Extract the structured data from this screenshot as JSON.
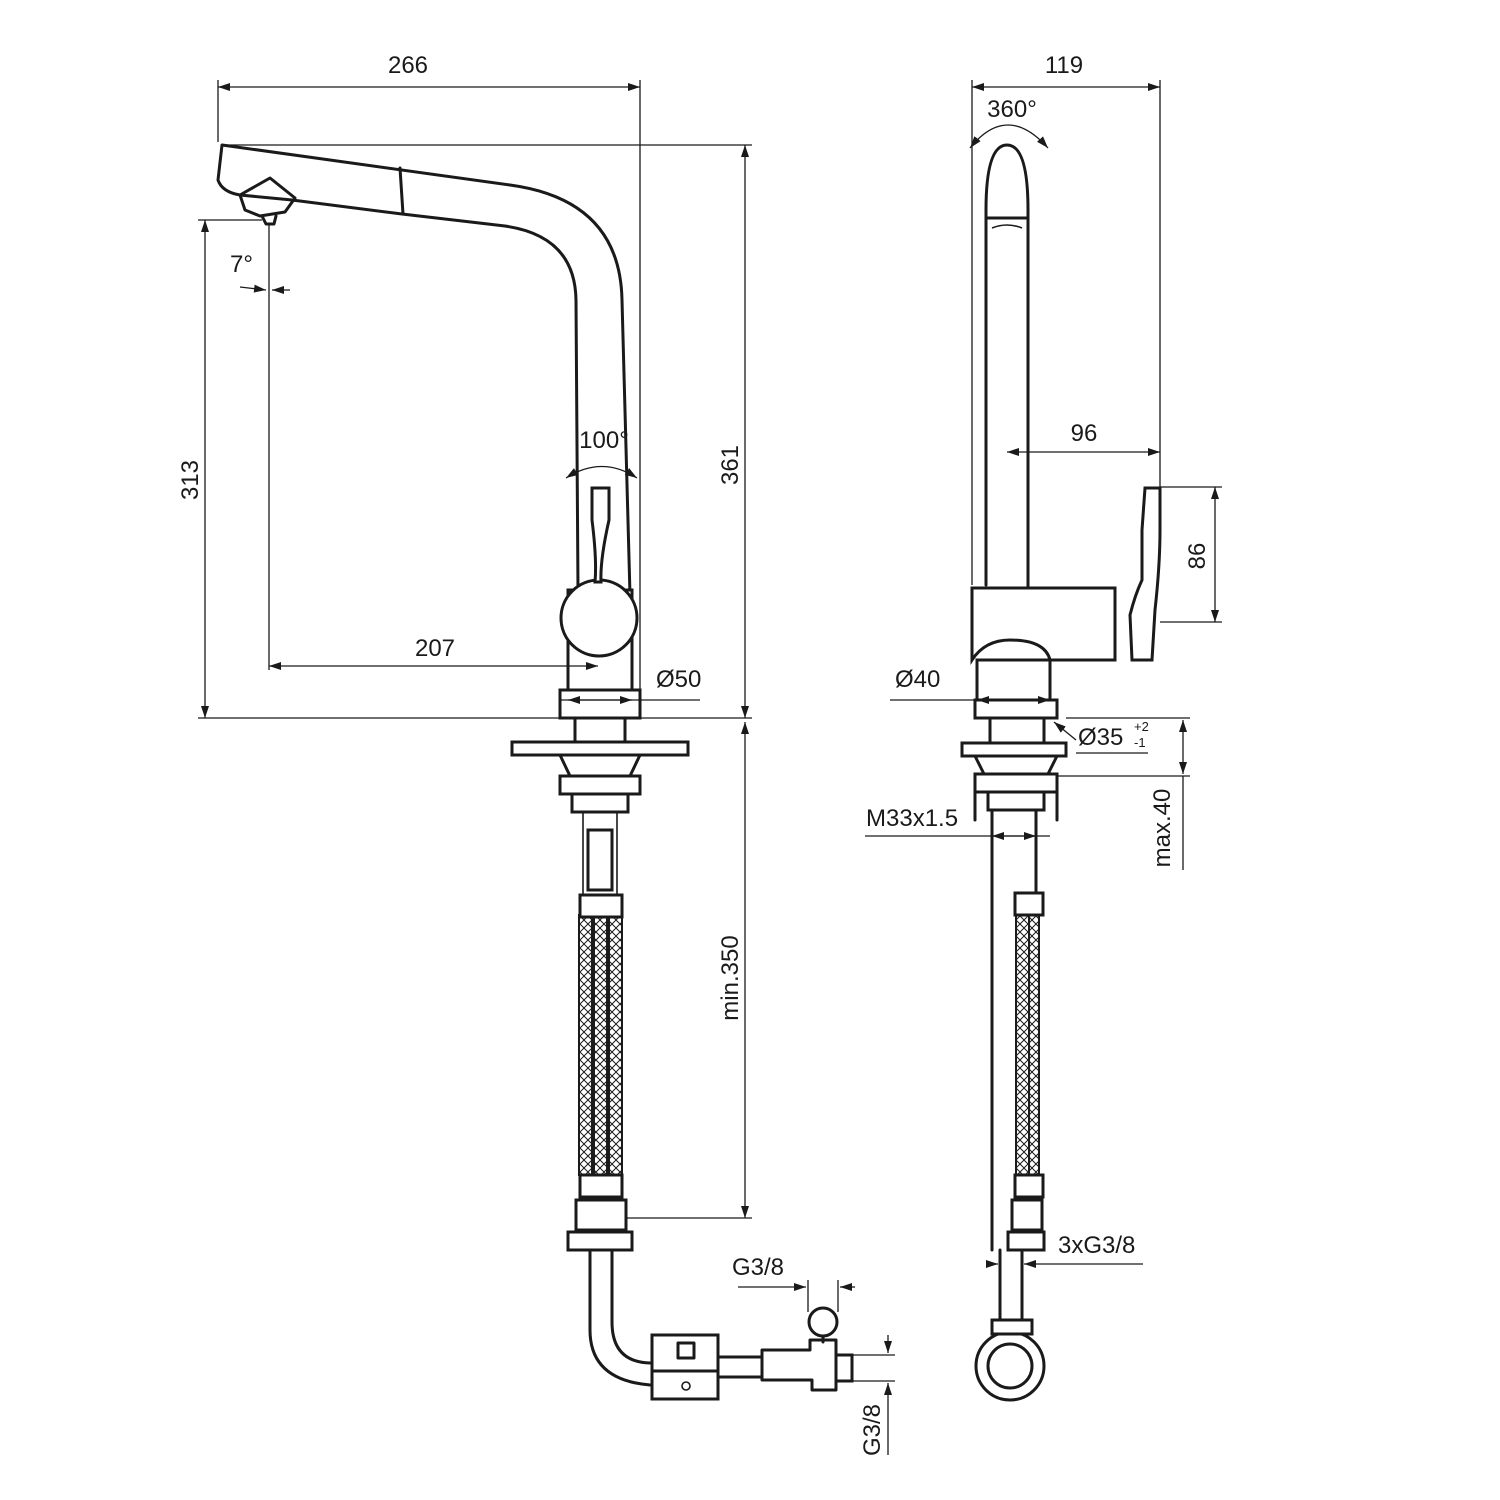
{
  "front_view": {
    "dimensions": {
      "overall_width": "266",
      "overall_height": "361",
      "spout_height": "313",
      "projection": "207",
      "spray_angle": "7°",
      "lever_rotation": "100°",
      "body_diameter": "Ø50",
      "min_hose_length": "min.350",
      "connection_thread": "G3/8",
      "valve_thread": "G3/8"
    }
  },
  "side_view": {
    "dimensions": {
      "depth": "119",
      "swivel": "360°",
      "lever_offset": "96",
      "lever_height": "86",
      "base_diameter": "Ø40",
      "hole_diameter": "Ø35",
      "hole_tolerance_upper": "+2",
      "hole_tolerance_lower": "-1",
      "max_deck_thickness": "max.40",
      "mounting_thread": "M33x1.5",
      "hose_connections": "3xG3/8"
    }
  }
}
